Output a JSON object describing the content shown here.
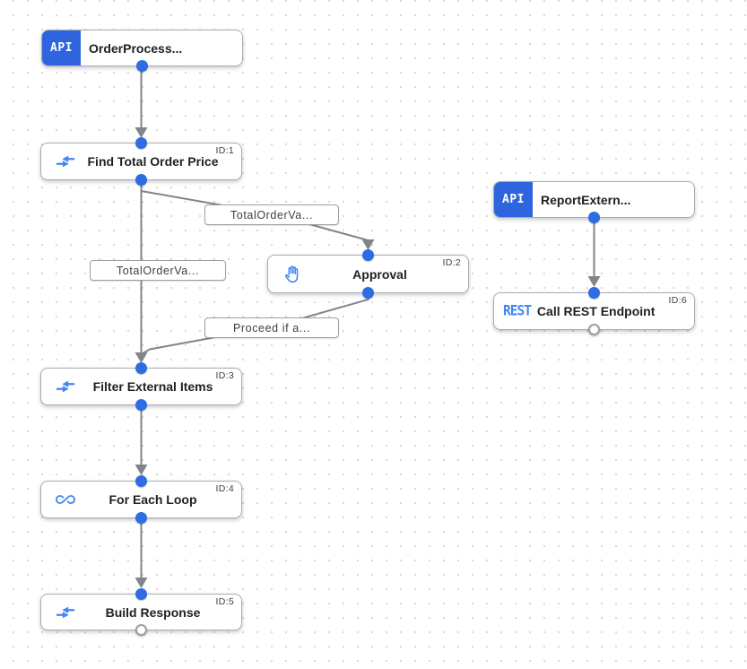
{
  "app": {
    "name": "Integration workflow designer canvas"
  },
  "colors": {
    "api_badge_blue": "#2e64de",
    "port_blue": "#2d6ce3",
    "icon_blue": "#4285f4",
    "edge_gray": "#80868b",
    "label_text_gray": "#3c4043",
    "title_dark": "#202124",
    "grid_dot": "#d9d9d9"
  },
  "nodes": [
    {
      "type": "api_trigger",
      "badge": "API",
      "label": "OrderProcess...",
      "icon": "api-trigger-badge"
    },
    {
      "type": "task",
      "label": "Find Total Order Price",
      "task_id": "ID:1",
      "icon": "data-mapping-icon"
    },
    {
      "type": "task",
      "label": "Approval",
      "task_id": "ID:2",
      "icon": "approval-hand-icon"
    },
    {
      "type": "task",
      "label": "Filter External Items",
      "task_id": "ID:3",
      "icon": "data-mapping-icon"
    },
    {
      "type": "task",
      "label": "For Each Loop",
      "task_id": "ID:4",
      "icon": "for-each-loop-icon"
    },
    {
      "type": "task",
      "label": "Build Response",
      "task_id": "ID:5",
      "icon": "data-mapping-icon"
    },
    {
      "type": "api_trigger",
      "badge": "API",
      "label": "ReportExtern...",
      "icon": "api-trigger-badge"
    },
    {
      "type": "rest_task",
      "icon_text": "REST",
      "label": "Call REST Endpoint",
      "task_id": "ID:6",
      "icon": "rest-text-icon"
    }
  ],
  "edge_labels": [
    {
      "text": "TotalOrderVa..."
    },
    {
      "text": "TotalOrderVa..."
    },
    {
      "text": "Proceed if a..."
    }
  ]
}
